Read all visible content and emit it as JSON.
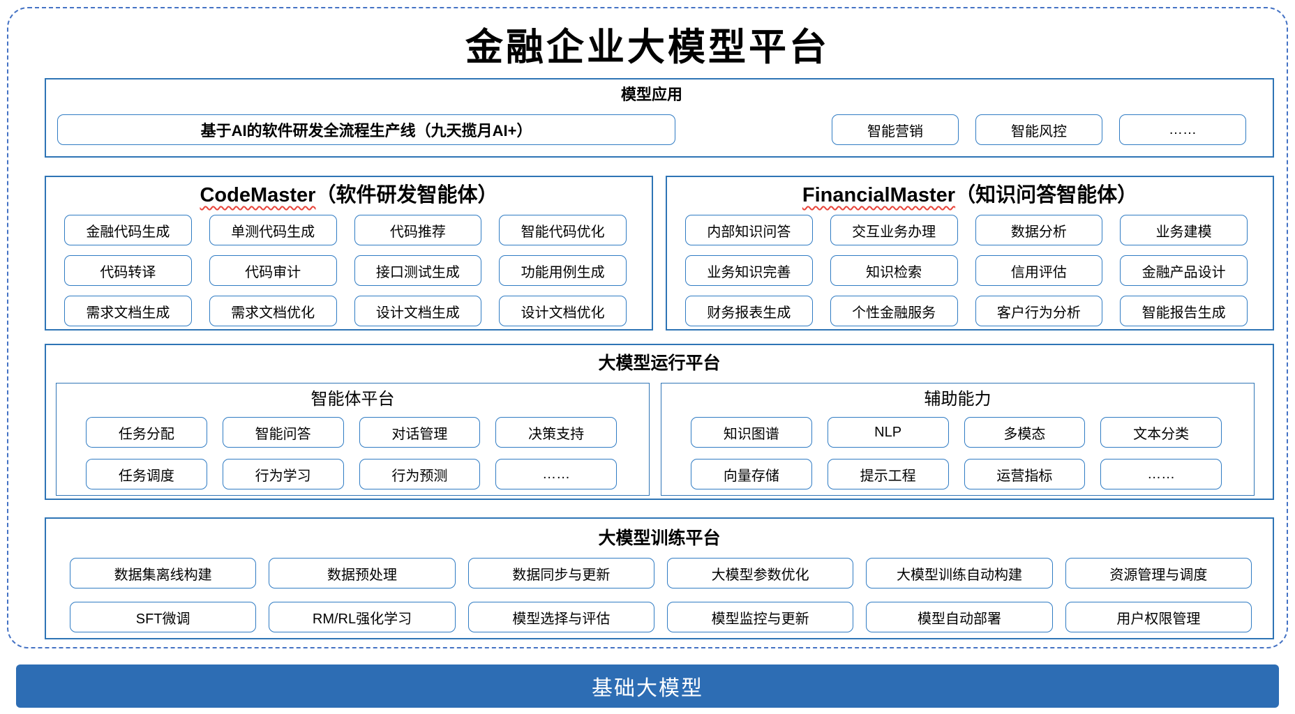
{
  "page": {
    "title": "金融企业大模型平台"
  },
  "colors": {
    "outer_dashed_border": "#4472c4",
    "section_border": "#2e74b5",
    "box_border": "#2f7bc3",
    "foundation_bar": "#2d6db4",
    "wavy_underline": "#e8443a",
    "text": "#000000",
    "foundation_text": "#ffffff"
  },
  "sections": {
    "model_app": {
      "title": "模型应用",
      "main_item": "基于AI的软件研发全流程生产线（九天揽月AI+）",
      "items": [
        "智能营销",
        "智能风控",
        "……"
      ]
    },
    "code_master": {
      "title_en": "CodeMaster",
      "title_zh": "（软件研发智能体）",
      "items": [
        "金融代码生成",
        "单测代码生成",
        "代码推荐",
        "智能代码优化",
        "代码转译",
        "代码审计",
        "接口测试生成",
        "功能用例生成",
        "需求文档生成",
        "需求文档优化",
        "设计文档生成",
        "设计文档优化"
      ]
    },
    "financial_master": {
      "title_en": "FinancialMaster",
      "title_zh": "（知识问答智能体）",
      "items": [
        "内部知识问答",
        "交互业务办理",
        "数据分析",
        "业务建模",
        "业务知识完善",
        "知识检索",
        "信用评估",
        "金融产品设计",
        "财务报表生成",
        "个性金融服务",
        "客户行为分析",
        "智能报告生成"
      ]
    },
    "runtime": {
      "title": "大模型运行平台",
      "agent_platform": {
        "title": "智能体平台",
        "items": [
          "任务分配",
          "智能问答",
          "对话管理",
          "决策支持",
          "任务调度",
          "行为学习",
          "行为预测",
          "……"
        ]
      },
      "aux": {
        "title": "辅助能力",
        "items": [
          "知识图谱",
          "NLP",
          "多模态",
          "文本分类",
          "向量存储",
          "提示工程",
          "运营指标",
          "……"
        ]
      }
    },
    "training": {
      "title": "大模型训练平台",
      "items": [
        "数据集离线构建",
        "数据预处理",
        "数据同步与更新",
        "大模型参数优化",
        "大模型训练自动构建",
        "资源管理与调度",
        "SFT微调",
        "RM/RL强化学习",
        "模型选择与评估",
        "模型监控与更新",
        "模型自动部署",
        "用户权限管理"
      ]
    },
    "foundation": {
      "title": "基础大模型"
    }
  }
}
